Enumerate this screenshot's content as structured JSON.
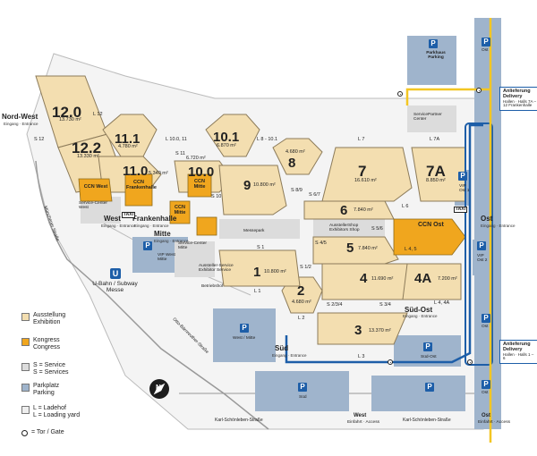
{
  "colors": {
    "exhibition": "#f3deb0",
    "congress": "#f0a61e",
    "service": "#dcdcdc",
    "parking": "#9fb4cc",
    "hall_border": "#8c7b5a",
    "route_blue": "#1d5ea8",
    "route_yellow": "#f3c623"
  },
  "halls": [
    {
      "num": "12.0",
      "area": "13.730 m²"
    },
    {
      "num": "12.2",
      "area": "13.330 m²"
    },
    {
      "num": "11.1",
      "area": "4.780 m²"
    },
    {
      "num": "11.0",
      "area": "5.340 m²"
    },
    {
      "num": "10.1",
      "area": "6.870 m²"
    },
    {
      "num": "10.0",
      "area": "6.720 m²"
    },
    {
      "num": "9",
      "area": "10.800 m²"
    },
    {
      "num": "8",
      "area": "4.680 m²"
    },
    {
      "num": "7",
      "area": "16.610 m²"
    },
    {
      "num": "7A",
      "area": "8.850 m²"
    },
    {
      "num": "6",
      "area": "7.840 m²"
    },
    {
      "num": "5",
      "area": "7.840 m²"
    },
    {
      "num": "4",
      "area": "11.690 m²"
    },
    {
      "num": "4A",
      "area": "7.200 m²"
    },
    {
      "num": "3",
      "area": "13.370 m²"
    },
    {
      "num": "2",
      "area": "4.680 m²"
    },
    {
      "num": "1",
      "area": "10.800 m²"
    }
  ],
  "ccn": {
    "west": "CCN West",
    "frankenhalle": "CCN Frankenhalle",
    "mitte_a": "CCN Mitte",
    "mitte_b": "CCN Mitte",
    "ost": "CCN Ost"
  },
  "entrances": {
    "nordwest": {
      "title": "Nord-West",
      "sub": "Eingang · Entrance"
    },
    "west": {
      "title": "West",
      "sub": "Eingang · Entrance"
    },
    "frankenhalle": {
      "title": "Frankenhalle",
      "sub": "Eingang · Entrance"
    },
    "mitte": {
      "title": "Mitte",
      "sub": "Eingang · Entrance"
    },
    "ost": {
      "title": "Ost",
      "sub": "Eingang · Entrance"
    },
    "suedost": {
      "title": "Süd-Ost",
      "sub": "Eingang · Entrance"
    },
    "sued": {
      "title": "Süd",
      "sub": "Eingang · Entrance"
    }
  },
  "services": {
    "s12": "S 12",
    "s11": "S 11",
    "s10": "S 10",
    "s89": "S 8/9",
    "s67": "S 6/7",
    "s56": "S 5/6",
    "s45": "S 4/5",
    "s1": "S 1",
    "s12b": "S 1/2",
    "s234": "S 2/3/4",
    "s34": "S 3/4",
    "service_center_west": "Service-Center West",
    "service_center_mitte": "Service-Center Mitte",
    "exhibitor_service": "Aussteller-Service Exhibitor Service",
    "betriebshof": "Betriebshof",
    "servicepartner": "ServicePartner Center",
    "messepark": "Messepark",
    "shop": "AusstellerShop Exhibitors Shop"
  },
  "loading": {
    "l12": "L 12",
    "l10_11": "L 10.0, 11",
    "l8_101": "L 8 - 10.1",
    "l7": "L 7",
    "l7a": "L 7A",
    "l6": "L 6",
    "l45": "L 4, 5",
    "l44a": "L 4, 4A",
    "l3": "L 3",
    "l2": "L 2",
    "l1": "L 1"
  },
  "parking": {
    "parkhaus": "Parkhaus Parking",
    "vip_west": "VIP West Mitte",
    "vip_ost1": "VIP Ost 1",
    "vip_ost2": "VIP Ost 2",
    "west_mitte": "West / Mitte",
    "suedost": "Süd-Ost",
    "sued": "Süd",
    "ost_top": "Ost",
    "ost_mid": "Ost",
    "ost_bot": "Ost"
  },
  "roads": {
    "muenchener": "Münchener Straße",
    "otto_braun": "Otto-Bärnreuther-Straße",
    "karl1": "Karl-Schönleben-Straße",
    "karl2": "Karl-Schönleben-Straße"
  },
  "ubahn": {
    "letter": "U",
    "label": "U-Bahn / Subway Messe"
  },
  "gates": {
    "west": {
      "title": "West",
      "sub": "Einfahrt · Access"
    },
    "ost": {
      "title": "Ost",
      "sub": "Einfahrt · Access"
    }
  },
  "delivery": {
    "top": {
      "title": "Anlieferung Delivery",
      "halls": "Hallen · Halls 7A – 12 Frankenhalle"
    },
    "bottom": {
      "title": "Anlieferung Delivery",
      "halls": "Hallen · Halls 1 – 6"
    }
  },
  "taxi": "TAXI",
  "legend": [
    {
      "key": "exhibition",
      "line1": "Ausstellung",
      "line2": "Exhibition"
    },
    {
      "key": "congress",
      "line1": "Kongress",
      "line2": "Congress"
    },
    {
      "key": "service",
      "line1": "S = Service",
      "line2": "S = Services"
    },
    {
      "key": "parking",
      "line1": "Parkplatz",
      "line2": "Parking"
    },
    {
      "key": "loading",
      "line1": "L = Ladehof",
      "line2": "L = Loading yard"
    },
    {
      "key": "gate",
      "line1": "= Tor / Gate",
      "line2": ""
    }
  ],
  "compass": "N"
}
